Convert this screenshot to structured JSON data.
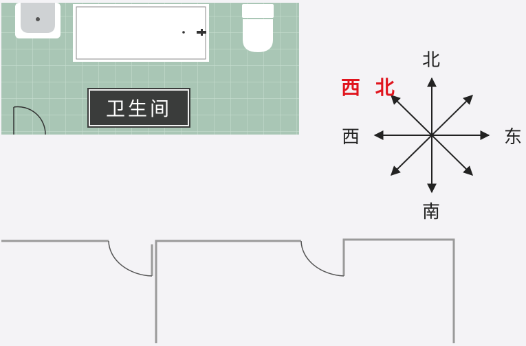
{
  "room": {
    "label": "卫生间"
  },
  "compass": {
    "north": "北",
    "south": "南",
    "east": "东",
    "west": "西",
    "northwest": "西 北",
    "highlight_color": "#e0141d"
  },
  "colors": {
    "background": "#f4f3f6",
    "bathroom_floor": "#a9c6b5",
    "tile_line": "#c6dccf",
    "label_background": "#3a3c3b",
    "wall": "#9a9a9a"
  },
  "icons": {
    "sink": "sink-icon",
    "bathtub": "bathtub-icon",
    "toilet": "toilet-icon",
    "door": "door-swing-icon"
  }
}
